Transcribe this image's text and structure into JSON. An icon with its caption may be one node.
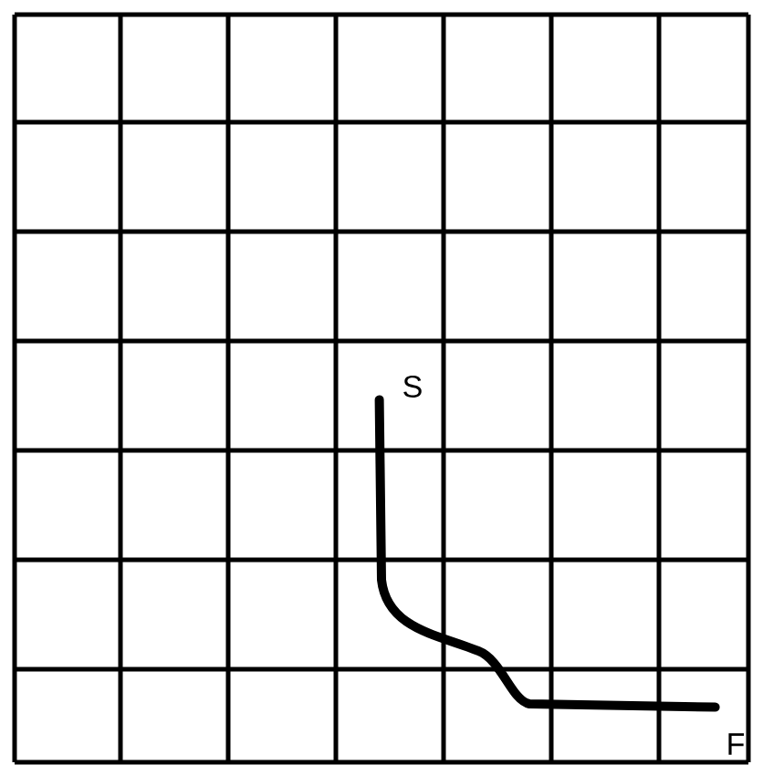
{
  "diagram": {
    "nodes": [
      {
        "text": [
          "S"
        ]
      },
      {
        "text": [
          "F"
        ]
      }
    ],
    "edges": [
      {
        "from": 0,
        "to": 1,
        "arrow": "none"
      }
    ]
  }
}
